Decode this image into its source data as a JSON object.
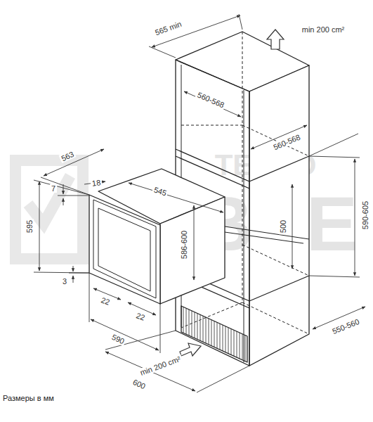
{
  "diagram": {
    "caption": "Размеры в мм",
    "labels": [
      "565 min",
      "min 200 cm²",
      "560-568",
      "560-568",
      "563",
      "18",
      "545",
      "7",
      "595",
      "586-600",
      "500",
      "590-605",
      "3",
      "22",
      "22",
      "550-560",
      "590",
      "600",
      "min 200 cm²",
      "ТЕХНО",
      "ВСЕ"
    ]
  }
}
